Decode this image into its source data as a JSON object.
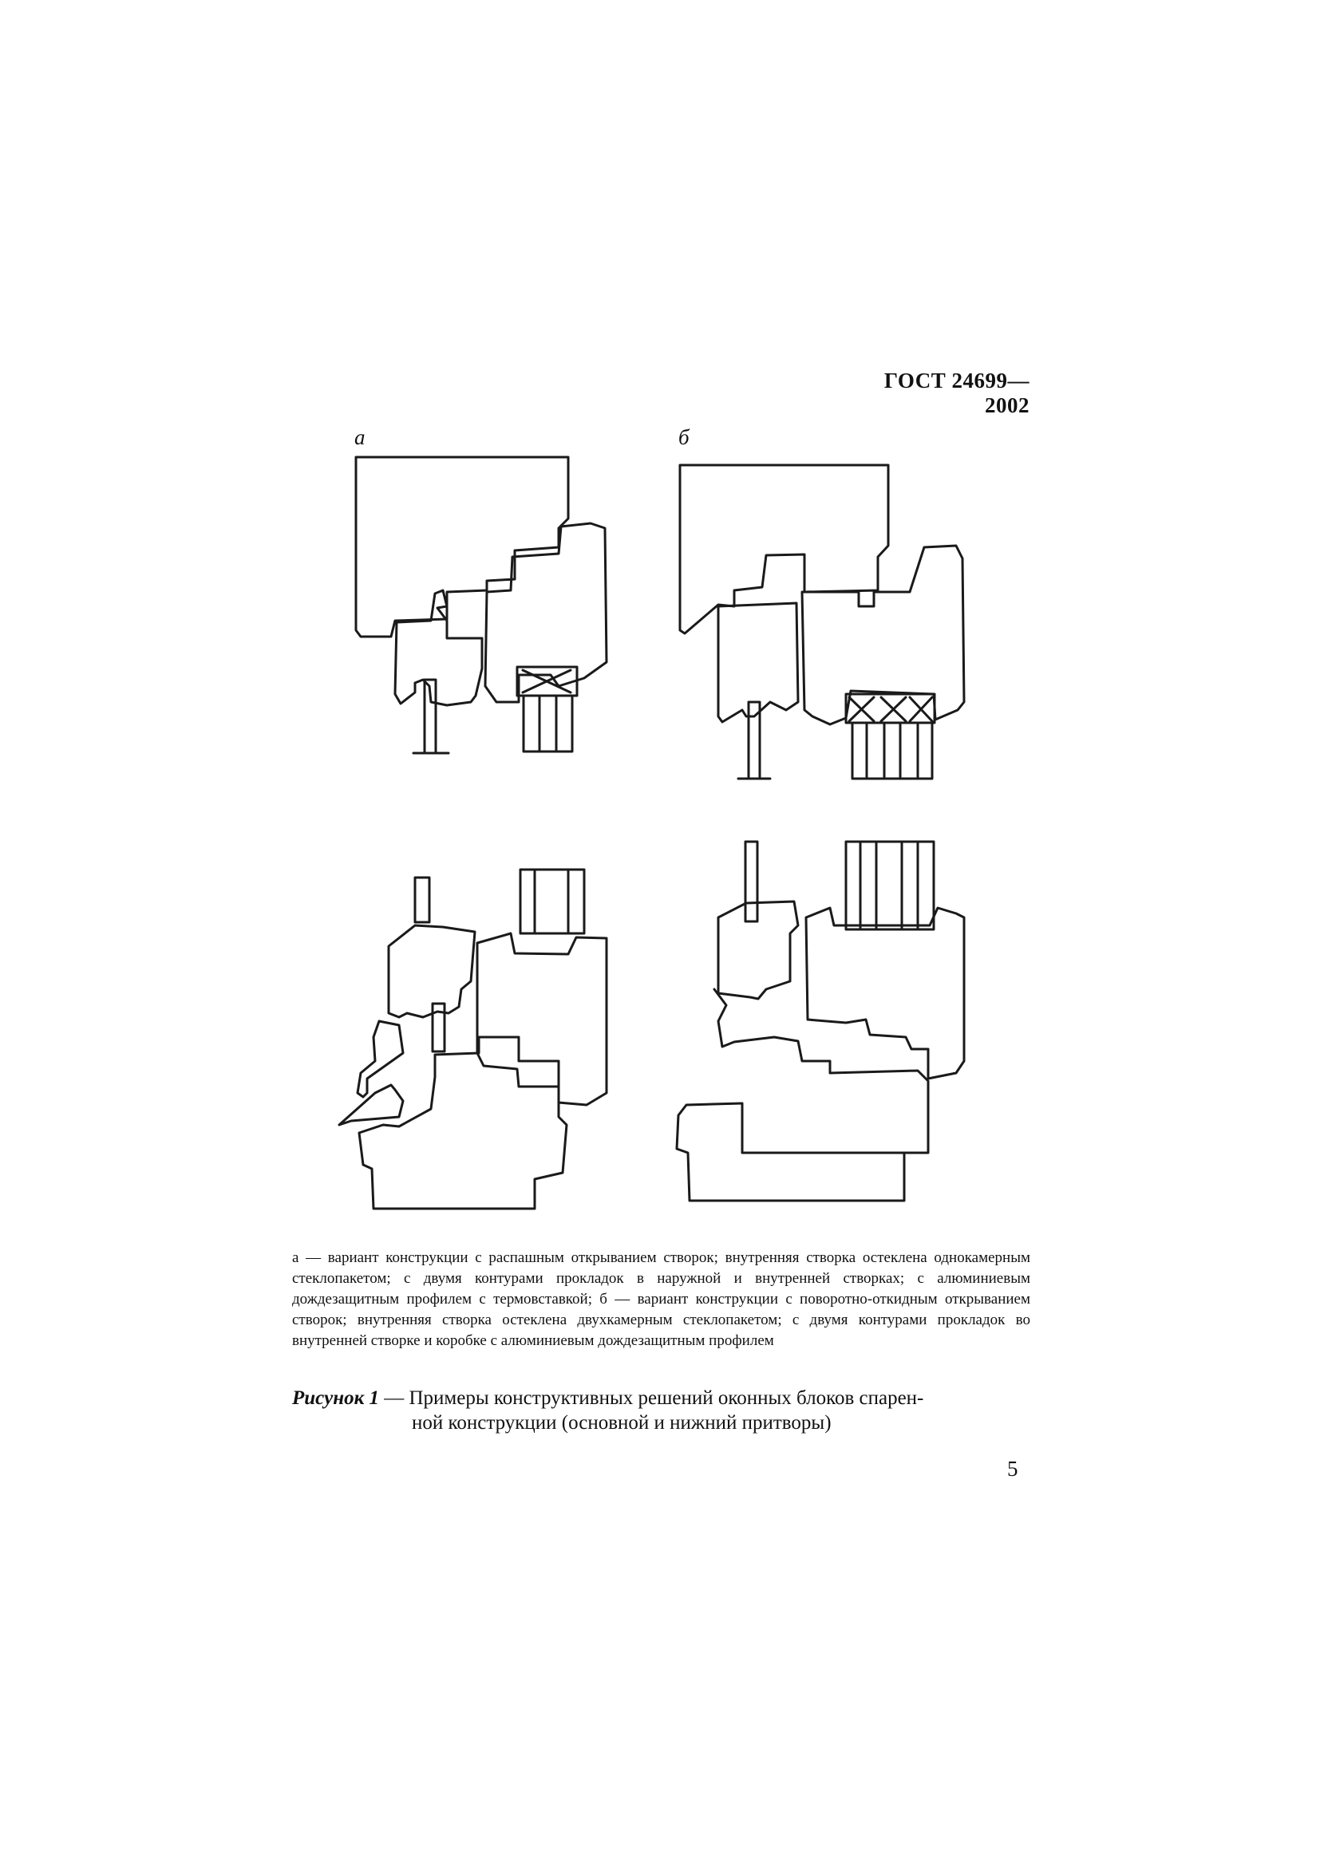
{
  "header": {
    "doc_code": "ГОСТ 24699—2002"
  },
  "figure": {
    "variant_a_label": "а",
    "variant_b_label": "б"
  },
  "legend": "а — вариант конструкции с распашным открыванием створок; внутренняя створка остеклена однокамерным стеклопакетом; с двумя контурами прокладок в наружной и внутренней створках; с алюминиевым дождезащитным профилем с термовставкой; б — вариант конструкции с поворотно-откидным открыванием створок; внутренняя створка остеклена двухкамерным стеклопакетом; с двумя контурами прокладок во внутренней створке и коробке с алюминиевым дождезащитным профилем",
  "caption": {
    "lead": "Рисунок 1",
    "line1": " — Примеры конструктивных решений оконных блоков спарен-",
    "line2": "ной конструкции (основной и нижний притворы)"
  },
  "page_number": "5"
}
